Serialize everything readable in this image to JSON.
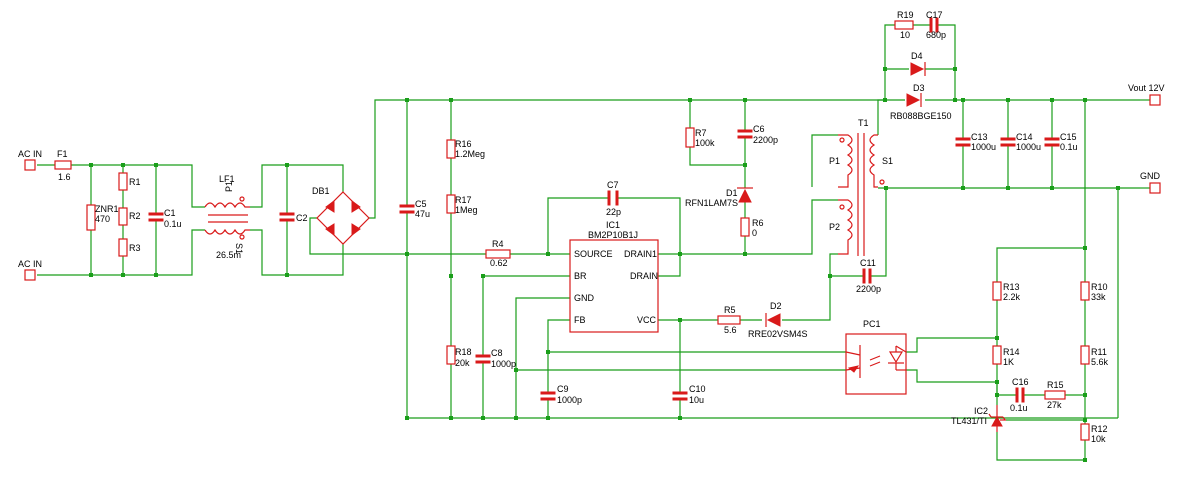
{
  "colors": {
    "wire": "#1a9e1a",
    "component": "#d91a1a",
    "text": "#000000"
  },
  "ports": {
    "ac_in_top": "AC IN",
    "ac_in_bottom": "AC IN",
    "vout": "Vout 12V",
    "gnd": "GND"
  },
  "components": {
    "F1": {
      "ref": "F1",
      "value": "1.6"
    },
    "ZNR1": {
      "ref": "ZNR1",
      "value": "470"
    },
    "R1": {
      "ref": "R1"
    },
    "R2": {
      "ref": "R2"
    },
    "R3": {
      "ref": "R3"
    },
    "C1": {
      "ref": "C1",
      "value": "0.1u"
    },
    "LF1": {
      "ref": "LF1",
      "value": "26.5m",
      "p": "P1",
      "s": "S1"
    },
    "C2": {
      "ref": "C2"
    },
    "DB1": {
      "ref": "DB1"
    },
    "C5": {
      "ref": "C5",
      "value": "47u"
    },
    "R16": {
      "ref": "R16",
      "value": "1.2Meg"
    },
    "R17": {
      "ref": "R17",
      "value": "1Meg"
    },
    "R18": {
      "ref": "R18",
      "value": "20k"
    },
    "C8": {
      "ref": "C8",
      "value": "1000p"
    },
    "R4": {
      "ref": "R4",
      "value": "0.62"
    },
    "C7": {
      "ref": "C7",
      "value": "22p"
    },
    "IC1": {
      "ref": "IC1",
      "value": "BM2P10B1J",
      "pins": {
        "source": "SOURCE",
        "br": "BR",
        "gnd": "GND",
        "fb": "FB",
        "drain1": "DRAIN1",
        "drain": "DRAIN",
        "vcc": "VCC"
      }
    },
    "C9": {
      "ref": "C9",
      "value": "1000p"
    },
    "C10": {
      "ref": "C10",
      "value": "10u"
    },
    "R5": {
      "ref": "R5",
      "value": "5.6"
    },
    "D2": {
      "ref": "D2",
      "value": "RRE02VSM4S"
    },
    "R7": {
      "ref": "R7",
      "value": "100k"
    },
    "C6": {
      "ref": "C6",
      "value": "2200p"
    },
    "D1": {
      "ref": "D1",
      "value": "RFN1LAM7S"
    },
    "R6": {
      "ref": "R6",
      "value": "0"
    },
    "T1": {
      "ref": "T1",
      "p1": "P1",
      "p2": "P2",
      "s1": "S1"
    },
    "C11": {
      "ref": "C11",
      "value": "2200p"
    },
    "R19": {
      "ref": "R19",
      "value": "10"
    },
    "C17": {
      "ref": "C17",
      "value": "680p"
    },
    "D4": {
      "ref": "D4"
    },
    "D3": {
      "ref": "D3",
      "value": "RB088BGE150"
    },
    "C13": {
      "ref": "C13",
      "value": "1000u"
    },
    "C14": {
      "ref": "C14",
      "value": "1000u"
    },
    "C15": {
      "ref": "C15",
      "value": "0.1u"
    },
    "PC1": {
      "ref": "PC1"
    },
    "R13": {
      "ref": "R13",
      "value": "2.2k"
    },
    "R14": {
      "ref": "R14",
      "value": "1K"
    },
    "C16": {
      "ref": "C16",
      "value": "0.1u"
    },
    "R15": {
      "ref": "R15",
      "value": "27k"
    },
    "IC2": {
      "ref": "IC2",
      "value": "TL431/TI"
    },
    "R10": {
      "ref": "R10",
      "value": "33k"
    },
    "R11": {
      "ref": "R11",
      "value": "5.6k"
    },
    "R12": {
      "ref": "R12",
      "value": "10k"
    }
  }
}
